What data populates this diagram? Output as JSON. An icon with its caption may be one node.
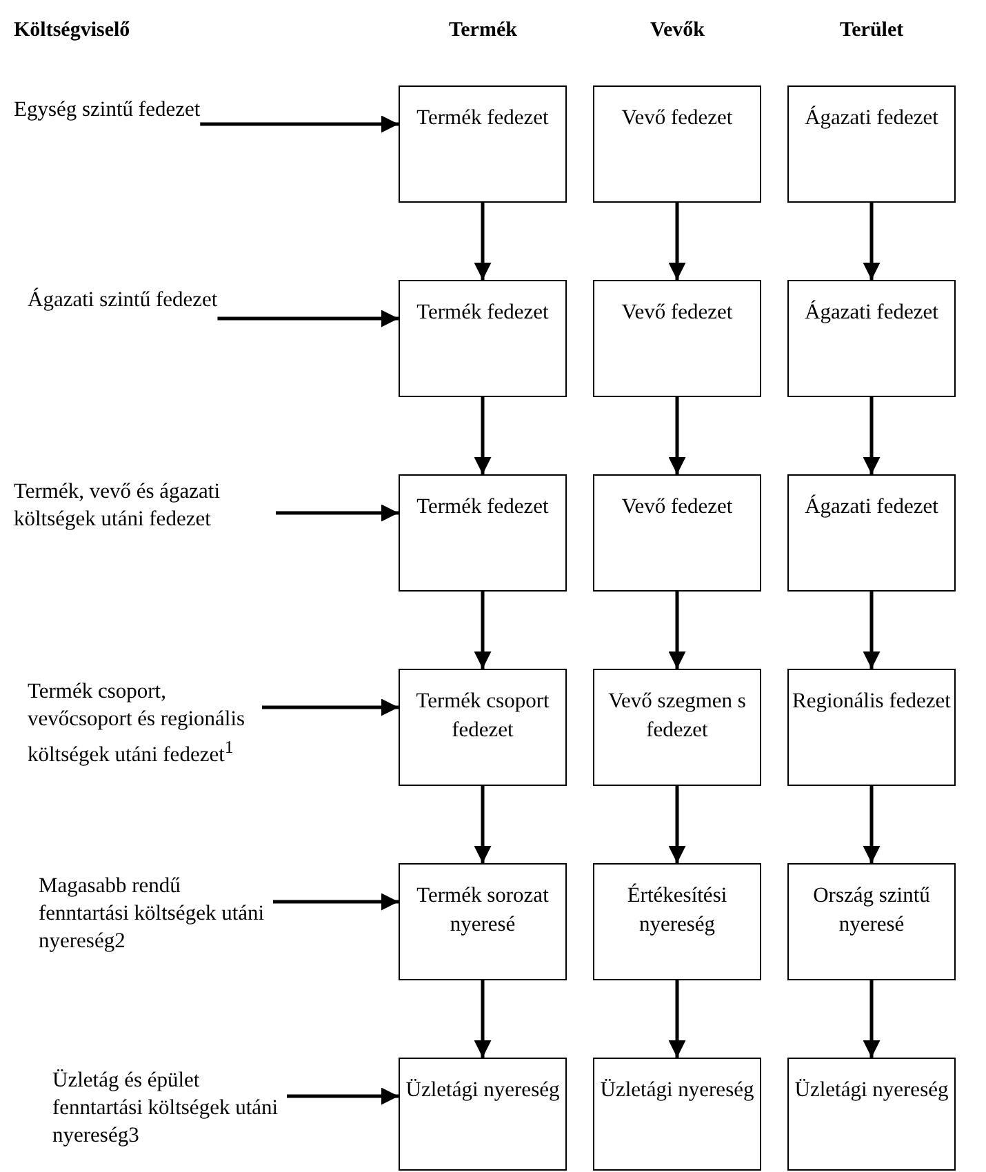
{
  "diagram": {
    "nodes": [
      {
        "text": [
          "Egység szintű fedezet"
        ]
      },
      {
        "text": [
          "Termék fedezet"
        ]
      },
      {
        "text": [
          "Vevő fedezet"
        ]
      },
      {
        "text": [
          "Ágazati fedezet"
        ]
      },
      {
        "text": [
          "Ágazati szintű fedezet"
        ]
      },
      {
        "text": [
          "Termék fedezet"
        ]
      },
      {
        "text": [
          "Vevő fedezet"
        ]
      },
      {
        "text": [
          "Ágazati fedezet"
        ]
      },
      {
        "text": [
          "Termék, vevő és ágazati költségek utáni fedezet"
        ]
      },
      {
        "text": [
          "Termék fedezet"
        ]
      },
      {
        "text": [
          "Vevő fedezet"
        ]
      },
      {
        "text": [
          "Ágazati fedezet"
        ]
      },
      {
        "text": [
          "Termék csoport, vevőcsoport és regionális költségek utáni fedezet$^{1}$"
        ]
      },
      {
        "text": [
          "Termék csoport fedezet"
        ]
      },
      {
        "text": [
          "Vevő szegmen s fedezet"
        ]
      },
      {
        "text": [
          "Regionális fedezet"
        ]
      },
      {
        "text": [
          "Magasabb rendű fenntartási költségek utáni nyereség2"
        ]
      },
      {
        "text": [
          "Termék sorozat nyeresé"
        ]
      },
      {
        "text": [
          "Értékesítési nyereség"
        ]
      },
      {
        "text": [
          "Ország szintű nyeresé"
        ]
      },
      {
        "text": [
          "Üzletág és épület fenntartási költségek utáni nyereség3"
        ]
      },
      {
        "text": [
          "Üzletági nyereség"
        ]
      },
      {
        "text": [
          "Üzletági nyereség"
        ]
      },
      {
        "text": [
          "Üzletági nyereség"
        ]
      }
    ],
    "edges": [
      {
        "from": 0,
        "to": 1,
        "arrow": "to"
      },
      {
        "from": 1,
        "to": 5,
        "arrow": "to"
      },
      {
        "from": 2,
        "to": 6,
        "arrow": "to"
      },
      {
        "from": 3,
        "to": 7,
        "arrow": "to"
      },
      {
        "from": 4,
        "to": 5,
        "arrow": "to"
      },
      {
        "from": 5,
        "to": 9,
        "arrow": "to"
      },
      {
        "from": 6,
        "to": 10,
        "arrow": "to"
      },
      {
        "from": 7,
        "to": 11,
        "arrow": "to"
      },
      {
        "from": 8,
        "to": 9,
        "arrow": "to"
      },
      {
        "from": 9,
        "to": 13,
        "arrow": "to"
      },
      {
        "from": 10,
        "to": 14,
        "arrow": "to"
      },
      {
        "from": 11,
        "to": 15,
        "arrow": "to"
      },
      {
        "from": 12,
        "to": 13,
        "arrow": "to"
      },
      {
        "from": 13,
        "to": 17,
        "arrow": "to"
      },
      {
        "from": 14,
        "to": 18,
        "arrow": "to"
      },
      {
        "from": 15,
        "to": 19,
        "arrow": "to"
      },
      {
        "from": 16,
        "to": 17,
        "arrow": "to"
      },
      {
        "from": 17,
        "to": 21,
        "arrow": "to"
      },
      {
        "from": 18,
        "to": 22,
        "arrow": "to"
      },
      {
        "from": 19,
        "to": 23,
        "arrow": "to"
      },
      {
        "from": 20,
        "to": 21,
        "arrow": "to"
      }
    ],
    "labels": [
      "Költségviselő",
      "Termék",
      "Vevők",
      "Terület"
    ]
  }
}
